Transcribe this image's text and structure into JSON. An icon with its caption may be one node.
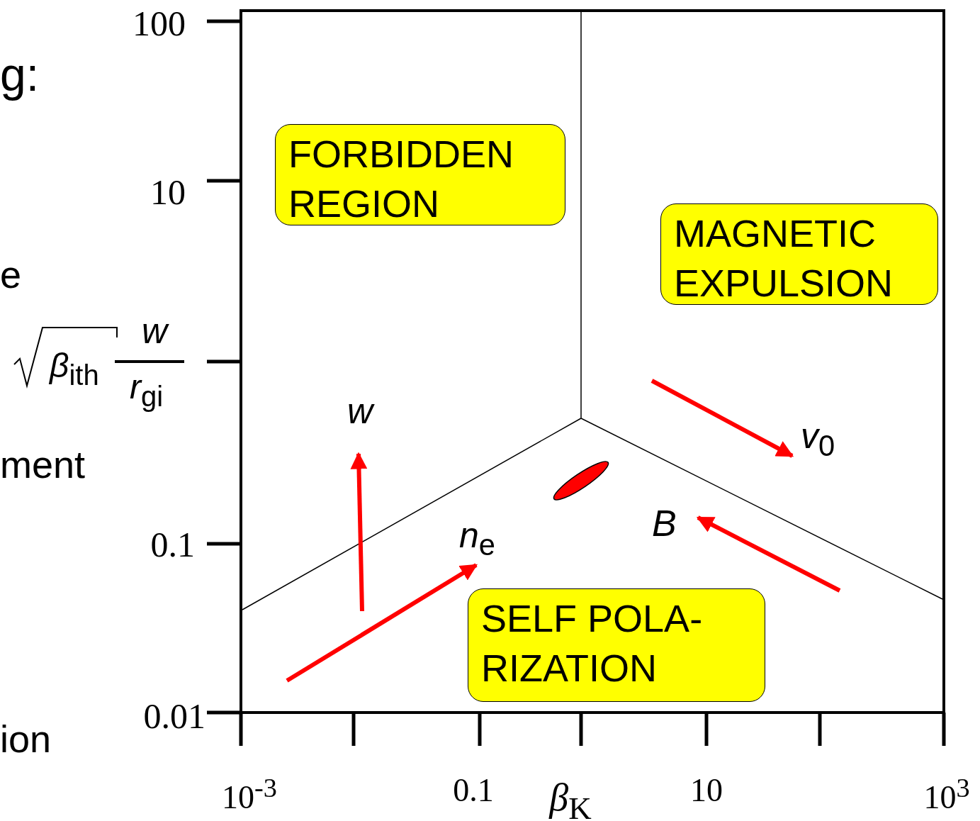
{
  "diagram": {
    "nodes": [
      {
        "text": [
          "FORBIDDEN REGION"
        ]
      },
      {
        "text": [
          "MAGNETIC EXPULSION"
        ]
      },
      {
        "text": [],
        "shape": "ellipse"
      },
      {
        "text": [
          "SELF POLA- RIZATION"
        ]
      }
    ],
    "labels": [
      "100",
      "g:",
      "10",
      "e",
      "*β*$_{ith}$",
      "w",
      "*r*$_{gi}$",
      "w",
      "*v*$_{0}$",
      "ment",
      "B",
      "*n*$_{e}$",
      "0.1",
      "0.01",
      "ion",
      "10$^{-3}$",
      "0.1",
      "10",
      "10$^{3}$",
      "*β*$_{K}$"
    ]
  }
}
